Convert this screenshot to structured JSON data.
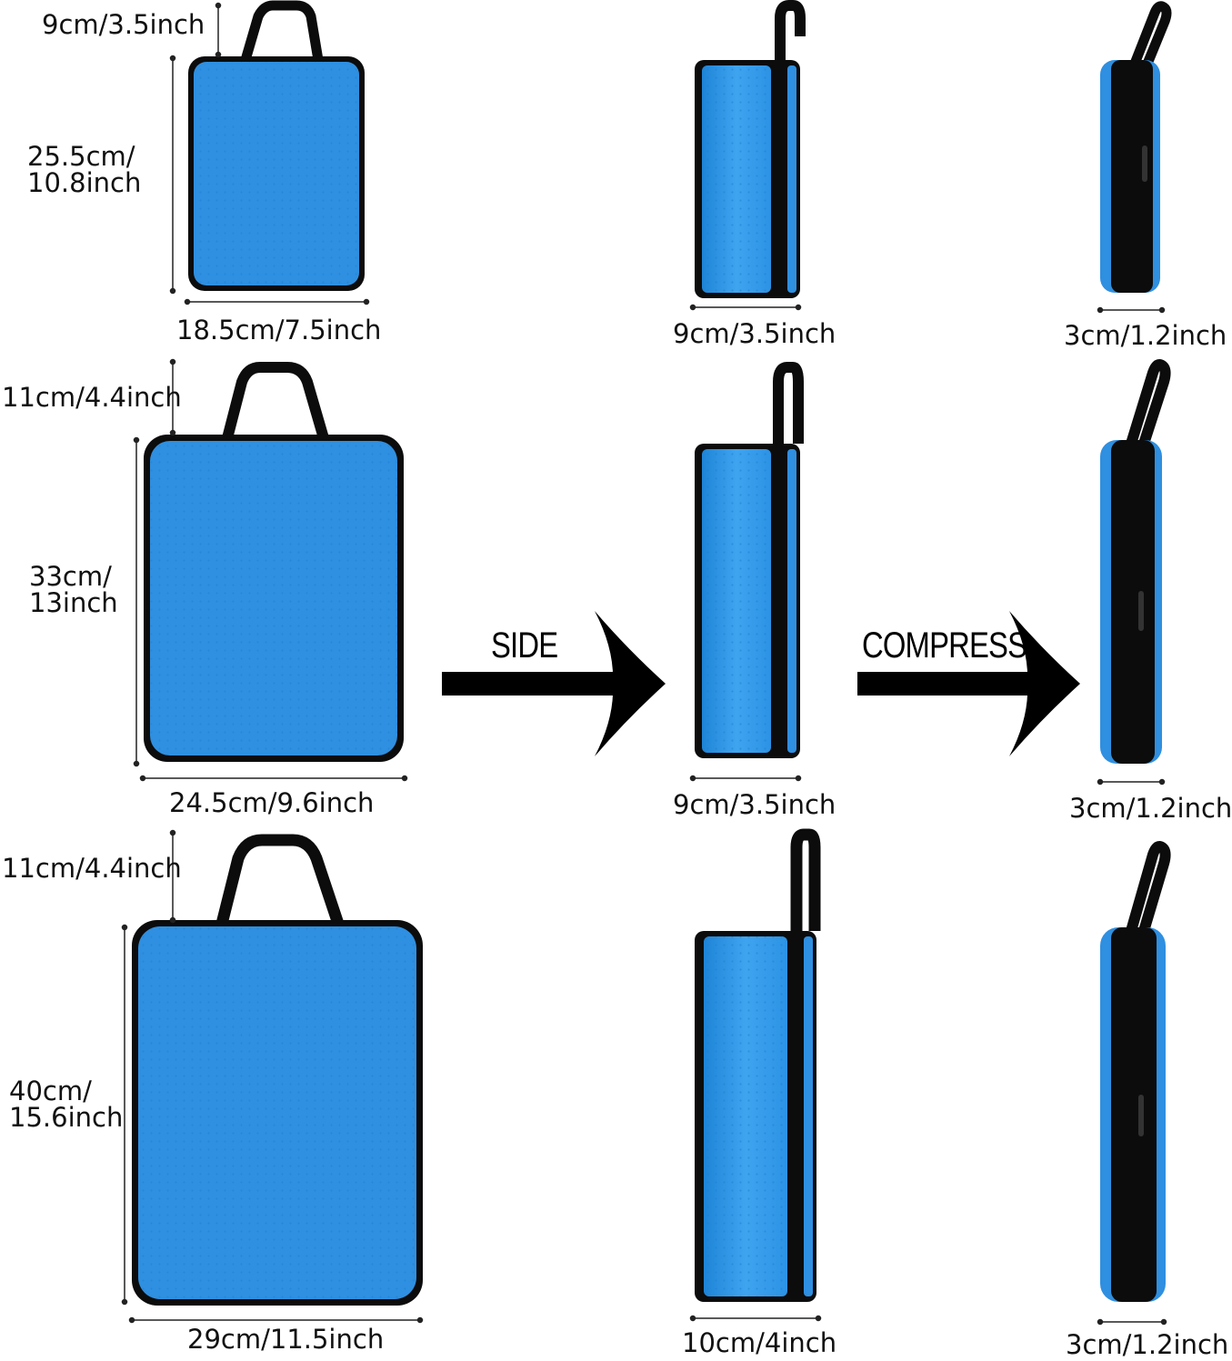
{
  "colors": {
    "bag_blue": "#2f8fe0",
    "bag_blue_light": "#3da2f0",
    "trim": "#0c0c0c"
  },
  "icons": {
    "arrow": "right-arrow-icon",
    "bag": "packing-cube-icon",
    "handle": "bag-handle-icon"
  },
  "arrows": {
    "side": "SIDE",
    "compress": "COMPRESS"
  },
  "rows": [
    {
      "handle": "9cm/3.5inch",
      "height_line1": "25.5cm/",
      "height_line2": "10.8inch",
      "width": "18.5cm/7.5inch",
      "side_depth": "9cm/3.5inch",
      "compressed_depth": "3cm/1.2inch"
    },
    {
      "handle": "11cm/4.4inch",
      "height_line1": "33cm/",
      "height_line2": "13inch",
      "width": "24.5cm/9.6inch",
      "side_depth": "9cm/3.5inch",
      "compressed_depth": "3cm/1.2inch"
    },
    {
      "handle": "11cm/4.4inch",
      "height_line1": "40cm/",
      "height_line2": "15.6inch",
      "width": "29cm/11.5inch",
      "side_depth": "10cm/4inch",
      "compressed_depth": "3cm/1.2inch"
    }
  ]
}
